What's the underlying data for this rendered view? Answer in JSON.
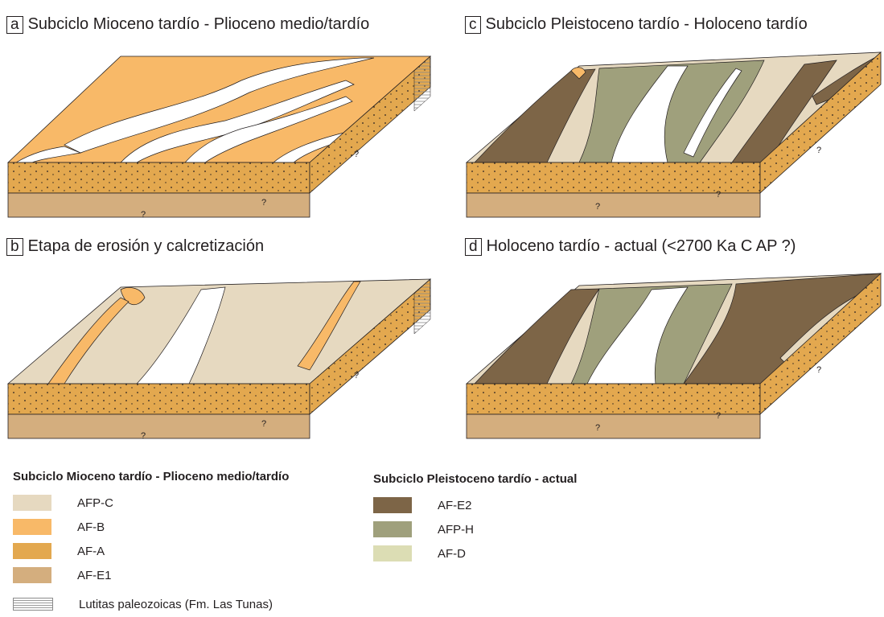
{
  "panels": [
    {
      "letter": "a",
      "title": "Subciclo Mioceno tardío - Plioceno medio/tardío"
    },
    {
      "letter": "b",
      "title": "Etapa de erosión y calcretización"
    },
    {
      "letter": "c",
      "title": "Subciclo Pleistoceno tardío - Holoceno tardío"
    },
    {
      "letter": "d",
      "title": "Holoceno tardío - actual (<2700 Ka C AP ?)"
    }
  ],
  "question_mark": "?",
  "legend": {
    "group1_title": "Subciclo Mioceno tardío - Plioceno medio/tardío",
    "group2_title": "Subciclo Pleistoceno tardío - actual",
    "group1_items": [
      {
        "label": "AFP-C",
        "color": "#e6d9c0"
      },
      {
        "label": "AF-B",
        "color": "#f8b968"
      },
      {
        "label": "AF-A",
        "color": "#e3a84f"
      },
      {
        "label": "AF-E1",
        "color": "#d4ae7e"
      }
    ],
    "shale": {
      "label": "Lutitas paleozoicas (Fm. Las Tunas)",
      "color": "#ffffff"
    },
    "group2_items": [
      {
        "label": "AF-E2",
        "color": "#7d6547"
      },
      {
        "label": "AFP-H",
        "color": "#9fa07c"
      },
      {
        "label": "AF-D",
        "color": "#dcddb4"
      }
    ]
  },
  "colors": {
    "afp_c": "#e6d9c0",
    "af_b": "#f8b968",
    "af_a": "#e3a84f",
    "af_e1": "#d4ae7e",
    "af_e2": "#7d6547",
    "afp_h": "#9fa07c",
    "af_d": "#dcddb4",
    "outline": "#231f20"
  }
}
